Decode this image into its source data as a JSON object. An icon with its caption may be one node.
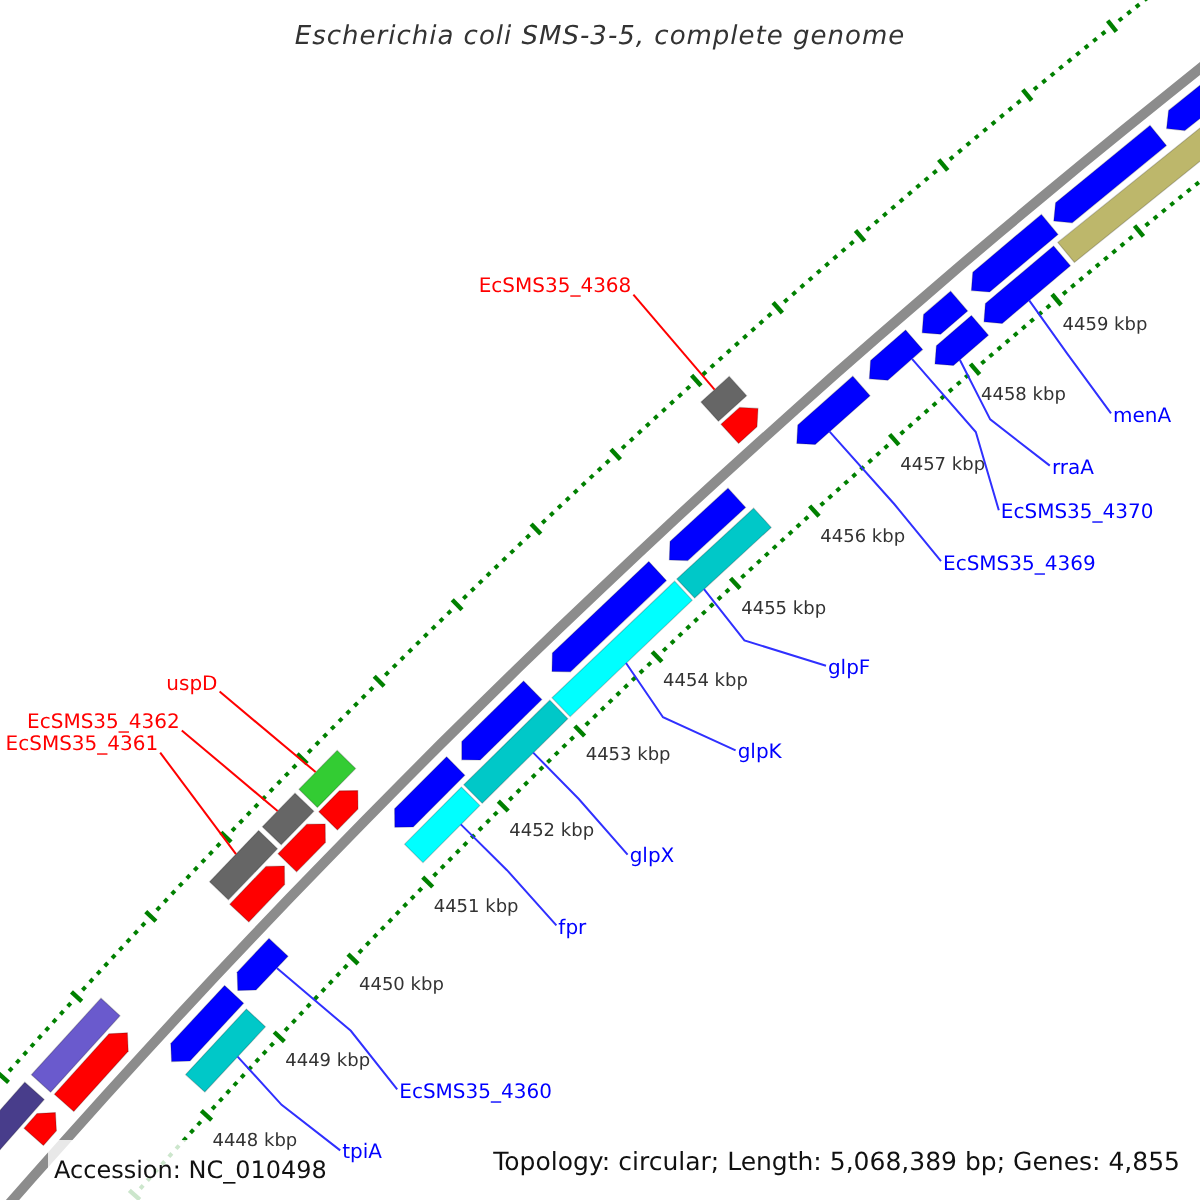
{
  "diagram": {
    "title": "Escherichia coli SMS-3-5, complete genome",
    "nodes": [
      {
        "text": [
          "EcSMS35_4368"
        ]
      },
      {
        "text": [],
        "shape": "box"
      },
      {
        "text": [
          "uspD"
        ]
      },
      {
        "text": [
          "EcSMS35_4362"
        ]
      },
      {
        "text": [
          "EcSMS35_4361"
        ]
      },
      {
        "text": [],
        "shape": "box"
      },
      {
        "text": [],
        "shape": "box"
      },
      {
        "text": [],
        "shape": "box"
      },
      {
        "text": [
          "menA"
        ]
      },
      {
        "text": [
          "rraA"
        ]
      },
      {
        "text": [
          "EcSMS35_4370"
        ]
      },
      {
        "text": [
          "EcSMS35_4369"
        ]
      },
      {
        "text": [
          "glpF"
        ]
      },
      {
        "text": [
          "glpK"
        ]
      },
      {
        "text": [
          "glpX"
        ]
      },
      {
        "text": [
          "fpr"
        ]
      },
      {
        "text": [
          "EcSMS35_4360"
        ]
      },
      {
        "text": [
          "tpiA"
        ]
      },
      {
        "text": [],
        "shape": "arrow"
      },
      {
        "text": [],
        "shape": "arrow"
      },
      {
        "text": [],
        "shape": "arrow"
      },
      {
        "text": [],
        "shape": "arrow"
      },
      {
        "text": [],
        "shape": "box"
      },
      {
        "text": [],
        "shape": "box"
      },
      {
        "text": [],
        "shape": "box"
      },
      {
        "text": [],
        "shape": "box"
      },
      {
        "text": [],
        "shape": "arrow"
      },
      {
        "text": [],
        "shape": "box"
      },
      {
        "text": [],
        "shape": "arrow"
      },
      {
        "text": [],
        "shape": "arrow"
      },
      {
        "text": [],
        "shape": "arrow"
      },
      {
        "text": [],
        "shape": "arrow"
      },
      {
        "text": [],
        "shape": "arrow"
      },
      {
        "text": [],
        "shape": "arrow"
      },
      {
        "text": [],
        "shape": "arrow"
      },
      {
        "text": [],
        "shape": "arrow"
      },
      {
        "text": [],
        "shape": "arrow"
      },
      {
        "text": [],
        "shape": "box"
      },
      {
        "text": [],
        "shape": "arrow"
      },
      {
        "text": [],
        "shape": "arrow"
      },
      {
        "text": [],
        "shape": "arrow"
      },
      {
        "text": [],
        "shape": "arrow"
      },
      {
        "text": [],
        "shape": "arrow"
      },
      {
        "text": [],
        "shape": "arrow"
      },
      {
        "text": [],
        "shape": "box"
      },
      {
        "text": [],
        "shape": "box"
      }
    ],
    "edges": [
      {
        "from": 0,
        "to": 1,
        "arrow": "none",
        "color": "#ff0000"
      },
      {
        "from": 2,
        "to": 5,
        "arrow": "none",
        "color": "#ff0000"
      },
      {
        "from": 3,
        "to": 6,
        "arrow": "none",
        "color": "#ff0000"
      },
      {
        "from": 4,
        "to": 7,
        "arrow": "none",
        "color": "#ff0000"
      },
      {
        "from": 8,
        "to": 18,
        "arrow": "none"
      },
      {
        "from": 9,
        "to": 19,
        "arrow": "none"
      },
      {
        "from": 10,
        "to": 20,
        "arrow": "none"
      },
      {
        "from": 11,
        "to": 21,
        "arrow": "none"
      },
      {
        "from": 12,
        "to": 22,
        "arrow": "none"
      },
      {
        "from": 13,
        "to": 23,
        "arrow": "none"
      },
      {
        "from": 14,
        "to": 24,
        "arrow": "none"
      },
      {
        "from": 15,
        "to": 25,
        "arrow": "none"
      },
      {
        "from": 16,
        "to": 26,
        "arrow": "none"
      },
      {
        "from": 17,
        "to": 27,
        "arrow": "none"
      }
    ],
    "labels": [
      "4459 kbp",
      "4458 kbp",
      "4457 kbp",
      "4456 kbp",
      "4455 kbp",
      "4454 kbp",
      "4453 kbp",
      "4452 kbp",
      "4451 kbp",
      "4450 kbp",
      "4449 kbp",
      "4448 kbp",
      "Accession: NC_010498",
      "Topology: circular; Length: 5,068,389 bp; Genes: 4,855"
    ]
  }
}
